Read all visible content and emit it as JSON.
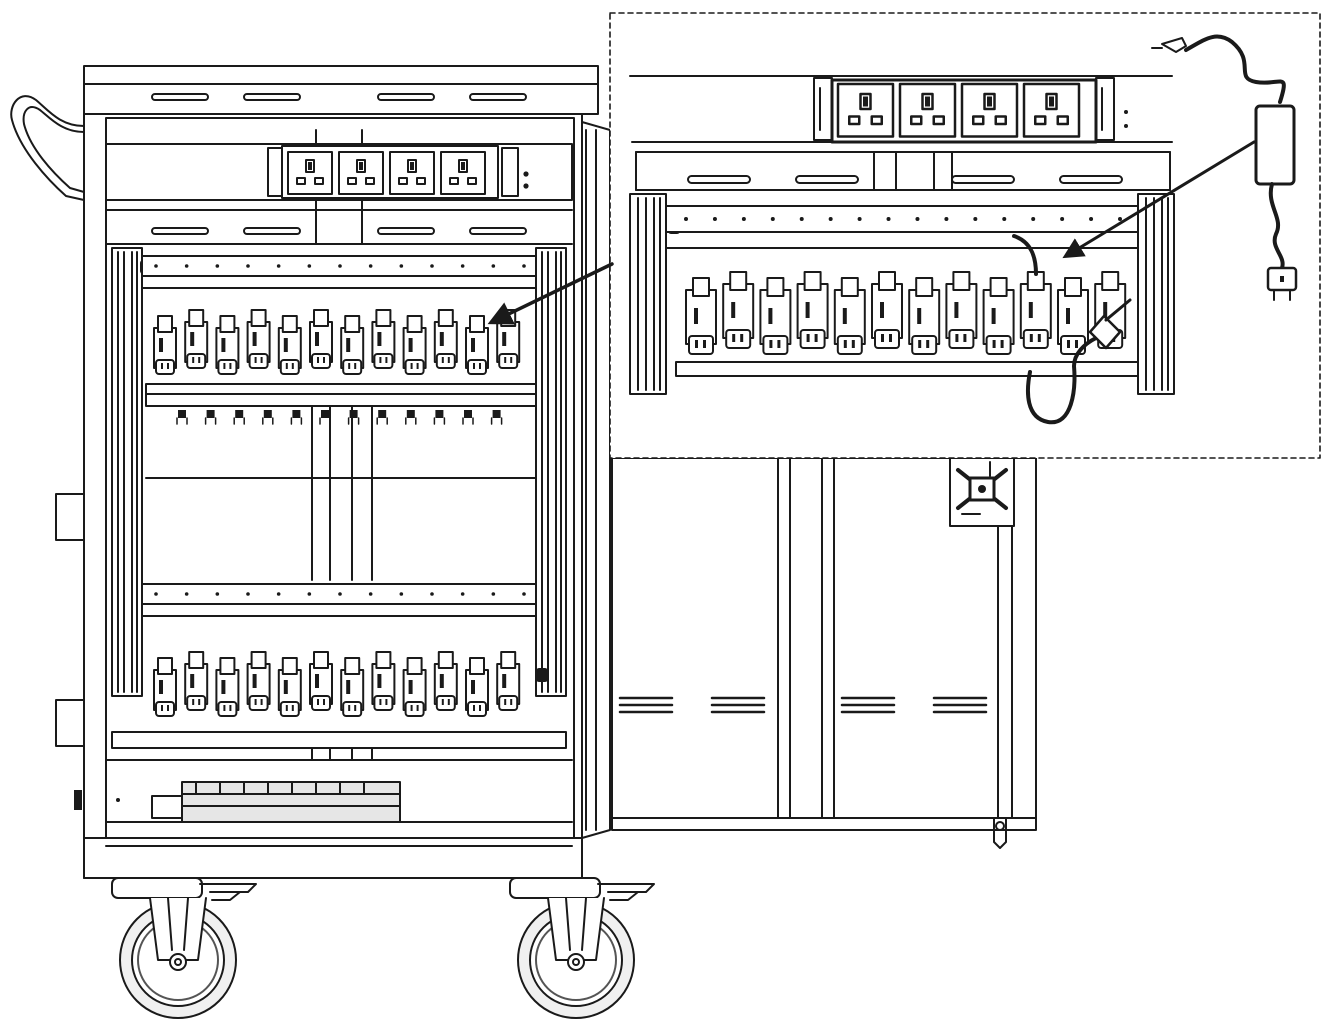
{
  "diagram": {
    "kind": "line-drawing",
    "colors": {
      "background": "#ffffff",
      "stroke": "#1a1a1a",
      "light_stroke": "#555555",
      "shade": "#e6e6e6",
      "wheel_fill": "#f0f0f0"
    },
    "cart": {
      "top_mains_sockets": 4,
      "shelves": 2,
      "chargers_per_shelf": 12,
      "wheels": 2,
      "door_vents": 4,
      "door_state": "open"
    },
    "detail_inset": {
      "border_style": "dashed",
      "mains_sockets": 4,
      "chargers": 12,
      "shows_charger_adapter": true,
      "arrows": 2
    }
  }
}
